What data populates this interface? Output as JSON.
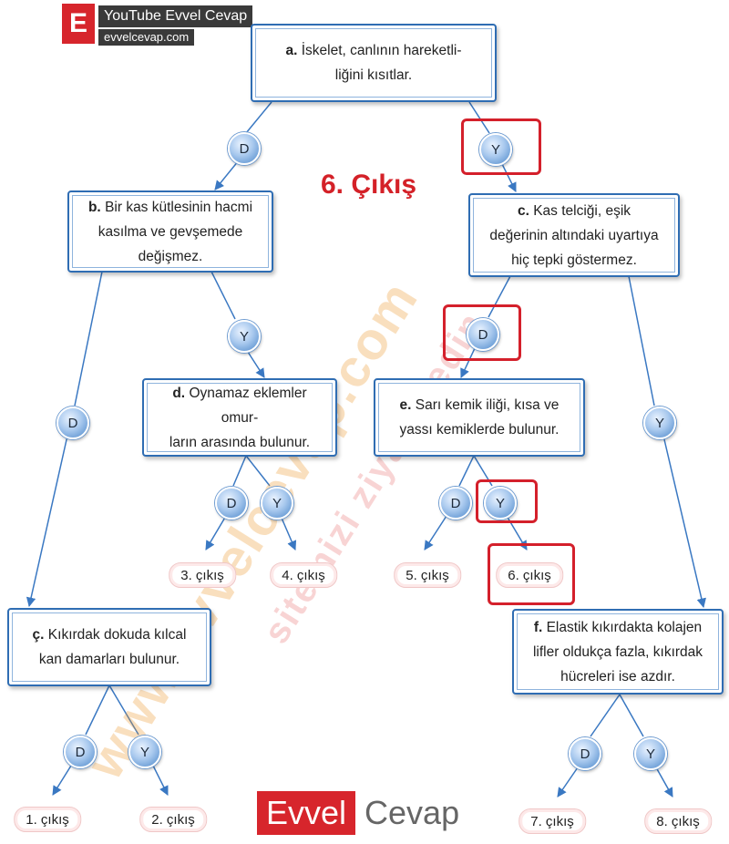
{
  "branding": {
    "top_logo_letter": "E",
    "top_title": "YouTube Evvel Cevap",
    "top_url": "evvelcevap.com",
    "bottom_word1": "Evvel",
    "bottom_word2": "Cevap",
    "watermark_main": "www.evvelcevap.com",
    "watermark_sub": "sitemizi ziyaret edin"
  },
  "result_label": "6. Çıkış",
  "statements": {
    "a": {
      "letter": "a.",
      "line1": "İskelet, canlının hareketli-",
      "line2": "liğini kısıtlar."
    },
    "b": {
      "letter": "b.",
      "line1": "Bir kas kütlesinin hacmi",
      "line2": "kasılma ve gevşemede",
      "line3": "değişmez."
    },
    "c": {
      "letter": "c.",
      "line1": "Kas telciği, eşik",
      "line2": "değerinin altındaki uyartıya",
      "line3": "hiç tepki göstermez."
    },
    "d": {
      "letter": "d.",
      "line1": "Oynamaz eklemler omur-",
      "line2": "ların arasında bulunur."
    },
    "e": {
      "letter": "e.",
      "line1": "Sarı kemik iliği, kısa ve",
      "line2": "yassı kemiklerde bulunur."
    },
    "c2": {
      "letter": "ç.",
      "line1": "Kıkırdak dokuda kılcal",
      "line2": "kan damarları bulunur."
    },
    "f": {
      "letter": "f.",
      "line1": "Elastik kıkırdakta kolajen",
      "line2": "lifler oldukça fazla, kıkırdak",
      "line3": "hücreleri ise azdır."
    }
  },
  "answers": {
    "true": "D",
    "false": "Y"
  },
  "exits": [
    "1. çıkış",
    "2. çıkış",
    "3. çıkış",
    "4. çıkış",
    "5. çıkış",
    "6. çıkış",
    "7. çıkış",
    "8. çıkış"
  ],
  "colors": {
    "box_border": "#2f6db3",
    "arrow": "#3a78c2",
    "highlight": "#d4202b",
    "result": "#d42128",
    "brand_red": "#d7252c"
  }
}
